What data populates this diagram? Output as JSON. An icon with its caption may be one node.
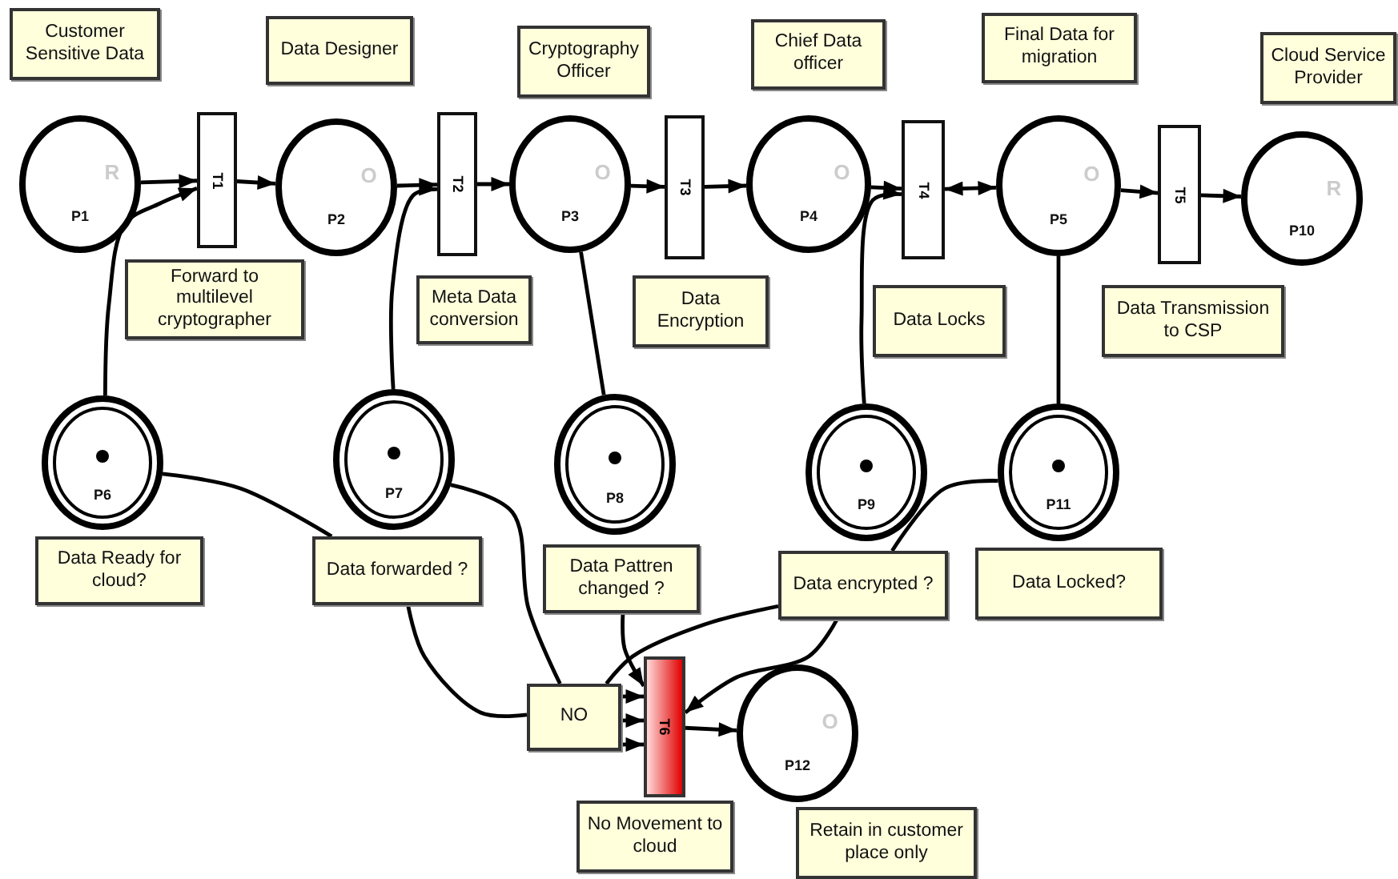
{
  "diagram": {
    "nodes": [
      {
        "text": [
          "Customer Sensitive Data"
        ]
      },
      {
        "text": [
          "R",
          "P1"
        ]
      },
      {
        "text": [
          "T1"
        ]
      },
      {
        "text": [
          "Forward to multilevel cryptographer"
        ]
      },
      {
        "text": [
          "Data Designer"
        ]
      },
      {
        "text": [
          "O",
          "P2"
        ]
      },
      {
        "text": [
          "T2"
        ]
      },
      {
        "text": [
          "Meta Data conversion"
        ]
      },
      {
        "text": [
          "Cryptography Officer"
        ]
      },
      {
        "text": [
          "O",
          "P3"
        ]
      },
      {
        "text": [
          "T3"
        ]
      },
      {
        "text": [
          "Data Encryption"
        ]
      },
      {
        "text": [
          "Chief Data officer"
        ]
      },
      {
        "text": [
          "O",
          "P4"
        ]
      },
      {
        "text": [
          "T4"
        ]
      },
      {
        "text": [
          "Data Locks"
        ]
      },
      {
        "text": [
          "Final Data for migration"
        ]
      },
      {
        "text": [
          "O",
          "P5"
        ]
      },
      {
        "text": [
          "T5"
        ]
      },
      {
        "text": [
          "Data Transmission to CSP"
        ]
      },
      {
        "text": [
          "Cloud Service Provider"
        ]
      },
      {
        "text": [
          "R",
          "P10"
        ]
      },
      {
        "text": [
          "P6"
        ]
      },
      {
        "text": [
          "Data Ready for cloud?"
        ]
      },
      {
        "text": [
          "P7"
        ]
      },
      {
        "text": [
          "Data forwarded ?"
        ]
      },
      {
        "text": [
          "P8"
        ]
      },
      {
        "text": [
          "Data Pattren changed ?"
        ]
      },
      {
        "text": [
          "P9"
        ]
      },
      {
        "text": [
          "Data encrypted ?"
        ]
      },
      {
        "text": [
          "P11"
        ]
      },
      {
        "text": [
          "Data Locked?"
        ]
      },
      {
        "text": [
          "NO"
        ]
      },
      {
        "text": [
          "T6"
        ]
      },
      {
        "text": [
          "No Movement to cloud"
        ]
      },
      {
        "text": [
          "O",
          "P12"
        ]
      },
      {
        "text": [
          "Retain in customer place only"
        ]
      }
    ],
    "edges": [
      {
        "from": 1,
        "to": 2,
        "arrow": "to"
      },
      {
        "from": 22,
        "to": 2,
        "arrow": "to"
      },
      {
        "from": 2,
        "to": 5,
        "arrow": "to"
      },
      {
        "from": 5,
        "to": 6,
        "arrow": "to"
      },
      {
        "from": 24,
        "to": 6,
        "arrow": "to"
      },
      {
        "from": 6,
        "to": 9,
        "arrow": "to"
      },
      {
        "from": 9,
        "to": 10,
        "arrow": "to"
      },
      {
        "from": 9,
        "to": 26,
        "arrow": "none"
      },
      {
        "from": 10,
        "to": 13,
        "arrow": "to"
      },
      {
        "from": 13,
        "to": 14,
        "arrow": "to"
      },
      {
        "from": 28,
        "to": 14,
        "arrow": "to"
      },
      {
        "from": 14,
        "to": 17,
        "arrow": "both"
      },
      {
        "from": 17,
        "to": 30,
        "arrow": "none"
      },
      {
        "from": 17,
        "to": 18,
        "arrow": "to"
      },
      {
        "from": 18,
        "to": 21,
        "arrow": "to"
      },
      {
        "from": 22,
        "to": 25,
        "arrow": "none"
      },
      {
        "from": 25,
        "to": 32,
        "arrow": "none"
      },
      {
        "from": 24,
        "to": 32,
        "arrow": "none"
      },
      {
        "from": 27,
        "to": 33,
        "arrow": "to"
      },
      {
        "from": 30,
        "to": 29,
        "arrow": "none"
      },
      {
        "from": 29,
        "to": 32,
        "arrow": "none"
      },
      {
        "from": 29,
        "to": 33,
        "arrow": "to"
      },
      {
        "from": 32,
        "to": 33,
        "arrow": "to"
      },
      {
        "from": 32,
        "to": 33,
        "arrow": "to"
      },
      {
        "from": 32,
        "to": 33,
        "arrow": "to"
      },
      {
        "from": 33,
        "to": 35,
        "arrow": "to"
      }
    ]
  }
}
